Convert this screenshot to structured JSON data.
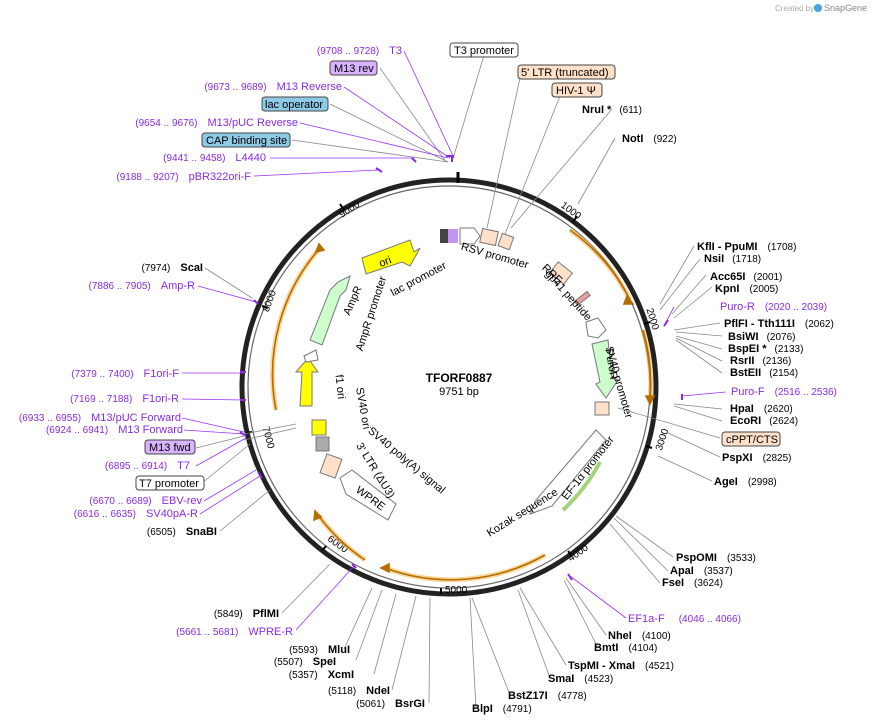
{
  "branding": {
    "text": "Created by",
    "product": "SnapGene"
  },
  "plasmid": {
    "name": "TFORF0887",
    "length": "9751 bp"
  },
  "ticks": [
    "1000",
    "2000",
    "3000",
    "4000",
    "5000",
    "6000",
    "7000",
    "8000",
    "9000"
  ],
  "features": {
    "t3_promoter": "T3 promoter",
    "ltr5": "5' LTR (truncated)",
    "hiv": "HIV-1 Ψ",
    "m13rev": "M13 rev",
    "lac_op": "lac operator",
    "cap": "CAP binding site",
    "m13fwd": "M13 fwd",
    "t7p": "T7 promoter",
    "cppt": "cPPT/CTS",
    "ori": "ori",
    "ampr": "AmpR",
    "puror": "PuroR",
    "lac_promoter": "lac promoter",
    "rsv_promoter": "RSV promoter",
    "rre": "RRE",
    "gp41": "gp41 peptide",
    "sv40_promoter": "SV40 promoter",
    "ef1a": "EF-1α promoter",
    "kozak": "Kozak sequence",
    "wpre": "WPRE",
    "ltr3": "3' LTR (ΔU3)",
    "sv40pa": "SV40 poly(A) signal",
    "sv40ori": "SV40 ori",
    "f1ori": "f1 ori",
    "ampr_promoter": "AmpR promoter"
  },
  "right_labels": [
    {
      "name": "NruI *",
      "pos": "(611)"
    },
    {
      "name": "NotI",
      "pos": "(922)"
    },
    {
      "name": "KflI - PpuMI",
      "pos": "(1708)"
    },
    {
      "name": "NsiI",
      "pos": "(1718)"
    },
    {
      "name": "Acc65I",
      "pos": "(2001)"
    },
    {
      "name": "KpnI",
      "pos": "(2005)"
    },
    {
      "name": "Puro-R",
      "pos": "(2020 .. 2039)"
    },
    {
      "name": "PflFI - Tth111I",
      "pos": "(2062)"
    },
    {
      "name": "BsiWI",
      "pos": "(2076)"
    },
    {
      "name": "BspEI *",
      "pos": "(2133)"
    },
    {
      "name": "RsrII",
      "pos": "(2136)"
    },
    {
      "name": "BstEII",
      "pos": "(2154)"
    },
    {
      "name": "Puro-F",
      "pos": "(2516 .. 2536)"
    },
    {
      "name": "HpaI",
      "pos": "(2620)"
    },
    {
      "name": "EcoRI",
      "pos": "(2624)"
    },
    {
      "name": "PspXI",
      "pos": "(2825)"
    },
    {
      "name": "AgeI",
      "pos": "(2998)"
    },
    {
      "name": "PspOMI",
      "pos": "(3533)"
    },
    {
      "name": "ApaI",
      "pos": "(3537)"
    },
    {
      "name": "FseI",
      "pos": "(3624)"
    },
    {
      "name": "EF1a-F",
      "pos": "(4046 .. 4066)"
    },
    {
      "name": "NheI",
      "pos": "(4100)"
    },
    {
      "name": "BmtI",
      "pos": "(4104)"
    },
    {
      "name": "TspMI - XmaI",
      "pos": "(4521)"
    },
    {
      "name": "SmaI",
      "pos": "(4523)"
    },
    {
      "name": "BstZ17I",
      "pos": "(4778)"
    },
    {
      "name": "BlpI",
      "pos": "(4791)"
    }
  ],
  "left_labels": [
    {
      "name": "T3",
      "pos": "(9708 .. 9728)"
    },
    {
      "name": "M13 Reverse",
      "pos": "(9673 .. 9689)"
    },
    {
      "name": "M13/pUC Reverse",
      "pos": "(9654 .. 9676)"
    },
    {
      "name": "L4440",
      "pos": "(9441 .. 9458)"
    },
    {
      "name": "pBR322ori-F",
      "pos": "(9188 .. 9207)"
    },
    {
      "name": "ScaI",
      "pos": "(7974)"
    },
    {
      "name": "Amp-R",
      "pos": "(7886 .. 7905)"
    },
    {
      "name": "F1ori-F",
      "pos": "(7379 .. 7400)"
    },
    {
      "name": "F1ori-R",
      "pos": "(7169 .. 7188)"
    },
    {
      "name": "M13/pUC Forward",
      "pos": "(6933 .. 6955)"
    },
    {
      "name": "M13 Forward",
      "pos": "(6924 .. 6941)"
    },
    {
      "name": "T7",
      "pos": "(6895 .. 6914)"
    },
    {
      "name": "EBV-rev",
      "pos": "(6670 .. 6689)"
    },
    {
      "name": "SV40pA-R",
      "pos": "(6616 .. 6635)"
    },
    {
      "name": "SnaBI",
      "pos": "(6505)"
    },
    {
      "name": "PflMI",
      "pos": "(5849)"
    },
    {
      "name": "WPRE-R",
      "pos": "(5661 .. 5681)"
    },
    {
      "name": "MluI",
      "pos": "(5593)"
    },
    {
      "name": "SpeI",
      "pos": "(5507)"
    },
    {
      "name": "XcmI",
      "pos": "(5357)"
    },
    {
      "name": "NdeI",
      "pos": "(5118)"
    },
    {
      "name": "BsrGI",
      "pos": "(5061)"
    }
  ],
  "colors": {
    "primer": "#8a2be2",
    "orf_arrow": "#f5a623",
    "ori": "#ffff00",
    "ampr": "#ccffcc",
    "badge_purple": "#d9b3ff",
    "badge_teal": "#8ecae6",
    "badge_peach": "#ffe0c8"
  }
}
